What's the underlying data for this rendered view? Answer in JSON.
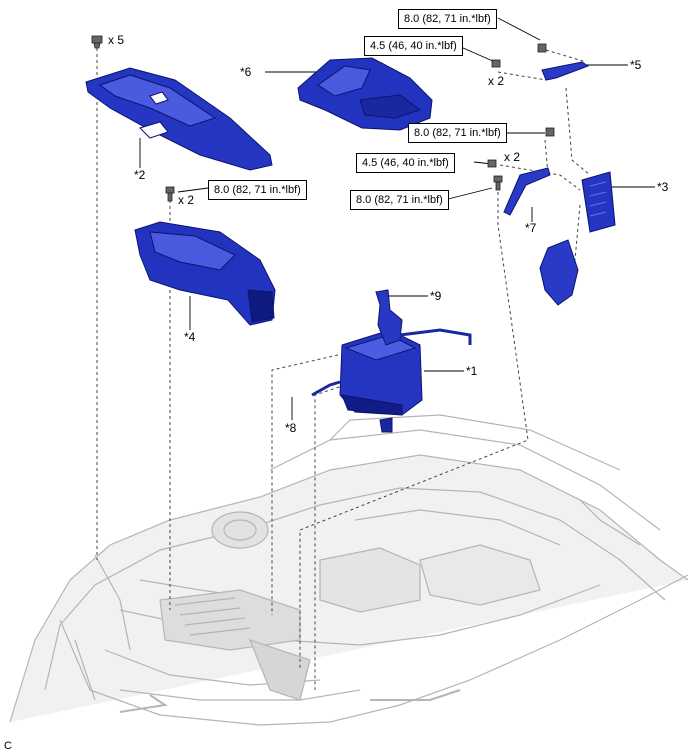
{
  "callouts": {
    "p1": "*1",
    "p2": "*2",
    "p3": "*3",
    "p4": "*4",
    "p5": "*5",
    "p6": "*6",
    "p7": "*7",
    "p8": "*8",
    "p9": "*9"
  },
  "quantities": {
    "q5": "x 5",
    "q2a": "x 2",
    "q2b": "x 2",
    "q2c": "x 2"
  },
  "torque": {
    "t1": "8.0 (82, 71 in.*lbf)",
    "t2": "4.5 (46, 40 in.*lbf)",
    "t3": "8.0 (82, 71 in.*lbf)",
    "t4": "4.5 (46, 40 in.*lbf)",
    "t5": "8.0 (82, 71 in.*lbf)",
    "t6": "8.0 (82, 71 in.*lbf)"
  },
  "footer": {
    "code": "C"
  },
  "colors": {
    "part_fill": "#1f2fb8",
    "part_dark": "#0c1470",
    "part_light": "#5566e0",
    "car_line": "#b8b8b8",
    "car_fill": "#e8e8e8"
  }
}
